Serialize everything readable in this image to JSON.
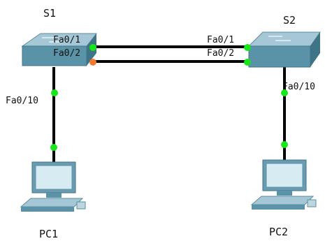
{
  "devices": {
    "s1": {
      "name": "S1"
    },
    "s2": {
      "name": "S2"
    },
    "pc1": {
      "name": "PC1"
    },
    "pc2": {
      "name": "PC2"
    }
  },
  "ports": {
    "s1_fa01": "Fa0/1",
    "s1_fa02": "Fa0/2",
    "s2_fa01": "Fa0/1",
    "s2_fa02": "Fa0/2",
    "s1_fa010": "Fa0/10",
    "s2_fa010": "Fa0/10"
  },
  "colors": {
    "link_up": "#19e619",
    "link_blocking": "#f07a30",
    "switch_top": "#8fb8c8",
    "switch_side": "#4f8aa0"
  },
  "icons": {
    "switch": "switch-icon",
    "pc": "pc-icon"
  }
}
